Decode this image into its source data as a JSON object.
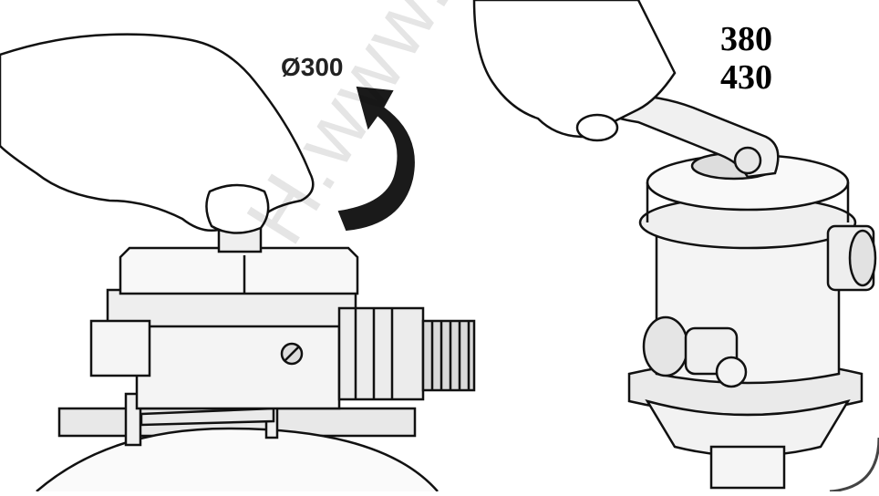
{
  "labels": {
    "diameter": "Ø300",
    "sizes": [
      "380",
      "430"
    ],
    "watermark": "H.www.shopaz"
  },
  "colors": {
    "line": "#111111",
    "fill_light": "#f6f6f6",
    "fill_mid": "#dcdcdc",
    "arrow": "#1a1a1a",
    "frame": "#444444"
  },
  "icons": {
    "rotation_arrow": "curved-arrow-icon"
  }
}
